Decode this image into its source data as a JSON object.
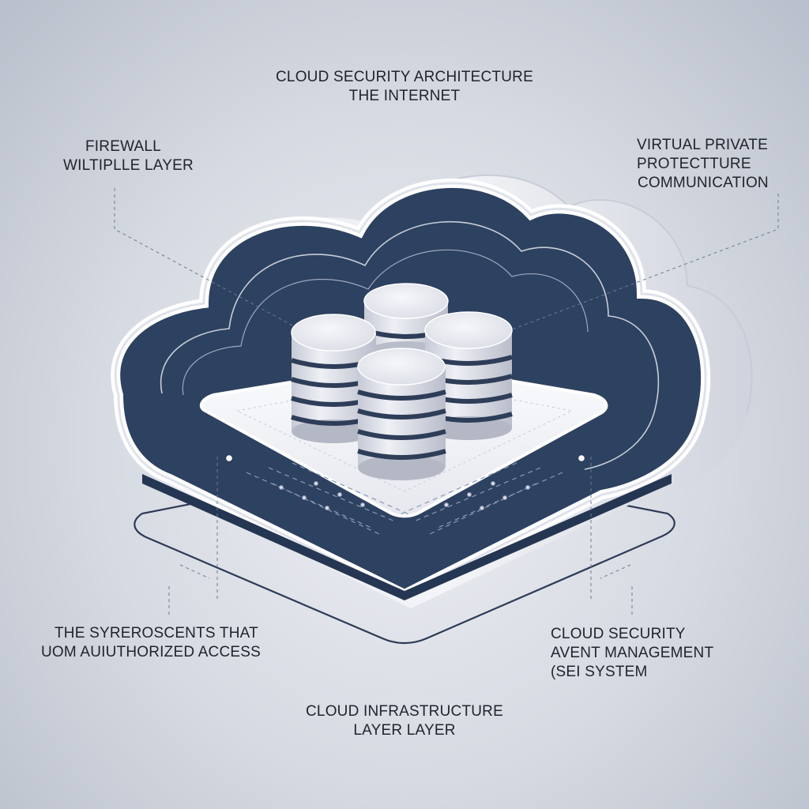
{
  "title": {
    "line1": "CLOUD SECURITY ARCHITECTURE",
    "line2": "THE INTERNET"
  },
  "labels": {
    "firewall": {
      "line1": "FIREWALL",
      "line2": "WILTIPLLE LAYER"
    },
    "vpn": {
      "line1": "VIRTUAL PRIVATE",
      "line2": "PROTECTTURE",
      "line3": "COMMUNICATION"
    },
    "unauthorized_access": {
      "line1": "THE SYREROSCENTS THAT",
      "line2": "UOM AUIUTHORIZED ACCESS"
    },
    "siem": {
      "line1": "CLOUD SECURITY",
      "line2": "AVENT MANAGEMENT",
      "line3": "(SEI SYSTEM"
    },
    "infrastructure": {
      "line1": "CLOUD INFRASTRUCTURE",
      "line2": "LAYER LAYER"
    }
  },
  "colors": {
    "navy": "#2d4160",
    "cloud_white": "#f7f8fb",
    "cylinder_light": "#e4e6ee",
    "cylinder_band": "#2e3d58",
    "background": "#d5d9e1"
  },
  "icons": {
    "servers": "database-cylinder-stack",
    "cloud": "cloud-shape"
  }
}
